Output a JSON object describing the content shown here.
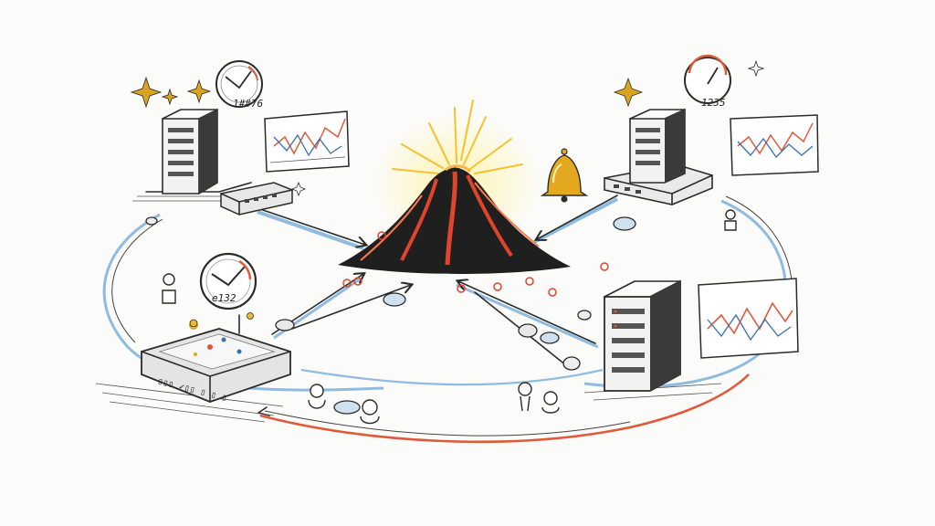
{
  "gauges": {
    "top_left": {
      "label": "1##76"
    },
    "top_right": {
      "label": "1235"
    },
    "center_left": {
      "label": "e132"
    }
  },
  "hub_plate": {
    "label": "▯▯▯ ✓▯▯ ▯ ▯ ▯"
  },
  "colors": {
    "lava": "#e0452b",
    "rock": "#1f1f1f",
    "glow": "#f2c230",
    "sparkle": "#d9a520",
    "bell": "#e3a820",
    "flow_blue": "#8fbbe0",
    "flow_red": "#e05a3a",
    "ink": "#2b2b2b"
  },
  "icons": [
    "server-icon",
    "router-icon",
    "gauge-icon",
    "line-chart-icon",
    "volcano-icon",
    "bell-icon",
    "sparkle-icon",
    "person-icon",
    "packet-icon"
  ]
}
